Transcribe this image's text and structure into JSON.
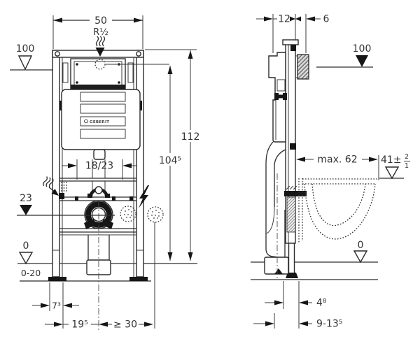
{
  "front_view": {
    "dim_frame_width": "50",
    "supply_thread": "R½",
    "level_top": "100",
    "dim_total_height": "112",
    "dim_actuator_height": "104⁵",
    "dim_bend_offset": "18/23",
    "level_supply": "23",
    "level_floor": "0",
    "dim_floor_range": "0-20",
    "dim_foot_offset": "7³",
    "dim_drain_offset": "19⁵",
    "dim_side_clearance": "≥ 30",
    "brand": "GEBERIT"
  },
  "side_view": {
    "dim_frame_depth": "12",
    "dim_plate_offset": "6",
    "level_top": "100",
    "dim_bowl_depth": "max. 62",
    "dim_rim_height": "41±",
    "tol_plus": "2",
    "tol_minus": "1",
    "level_floor": "0",
    "dim_front_offset": "4⁸",
    "dim_floor_buildup": "9-13⁵"
  }
}
